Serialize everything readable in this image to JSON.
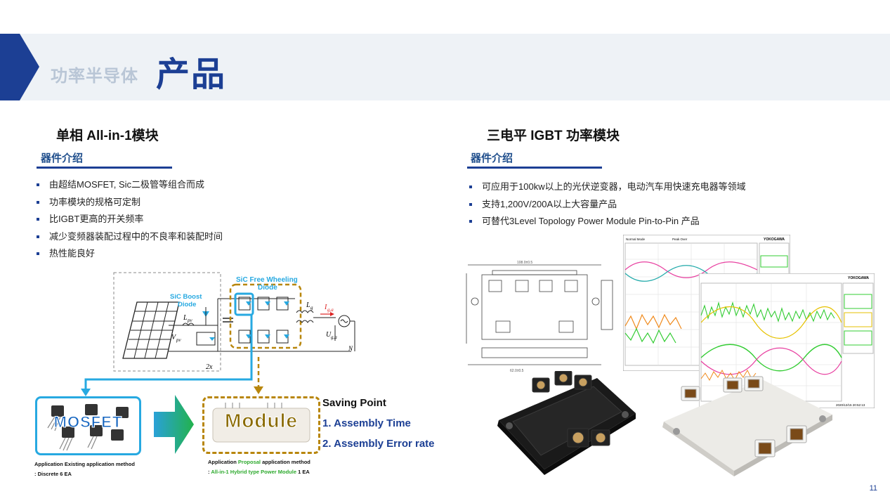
{
  "header": {
    "title_prefix": "功率半导体",
    "title_main": "产品"
  },
  "left": {
    "heading": "单相 All-in-1模块",
    "subheading": "器件介绍",
    "bullets": [
      "由超结MOSFET, Sic二极管等组合而成",
      "功率模块的规格可定制",
      "比IGBT更高的开关频率",
      "减少变频器装配过程中的不良率和装配时间",
      "热性能良好"
    ],
    "diagram": {
      "sic_boost": "SiC Boost\nDiode",
      "sic_free": "SiC Free Wheeling\nDiode",
      "lpv": "Lpv",
      "vpv": "Vpv",
      "lg": "Lg",
      "iga": "Ig,a",
      "uga": "Ug,a",
      "n": "N",
      "x2": "2x"
    },
    "mosfet_label": "MOSFET",
    "module_label": "Module",
    "saving": {
      "title": "Saving Point",
      "item1": "1. Assembly Time",
      "item2": "2. Assembly Error rate"
    },
    "caption_existing": {
      "line1": "Application Existing application method",
      "line2": ": Discrete 6 EA"
    },
    "caption_proposal": {
      "pre": "Application ",
      "green": "Proposal",
      "post": " application method",
      "line2_pre": ": ",
      "line2_green": "All-in-1 Hybrid type Power Module",
      "line2_post": " 1 EA"
    }
  },
  "right": {
    "heading": "三电平 IGBT 功率模块",
    "subheading": "器件介绍",
    "bullets": [
      "可应用于100kw以上的光伏逆变器，电动汽车用快速充电器等领域",
      "支持1,200V/200A以上大容量产品",
      "可替代3Level Topology Power Module Pin-to-Pin 产品"
    ],
    "scope": {
      "brand": "YOKOGAWA",
      "mode": "Normal Mode",
      "peak": "Peak Over",
      "timestamp": "2020/12/15 20:52:13"
    }
  },
  "colors": {
    "accent": "#1c3f94",
    "highlight_cyan": "#27a9e1",
    "module_gold": "#b8860b",
    "proposal_green": "#2eaa2e"
  },
  "page_number": "11"
}
